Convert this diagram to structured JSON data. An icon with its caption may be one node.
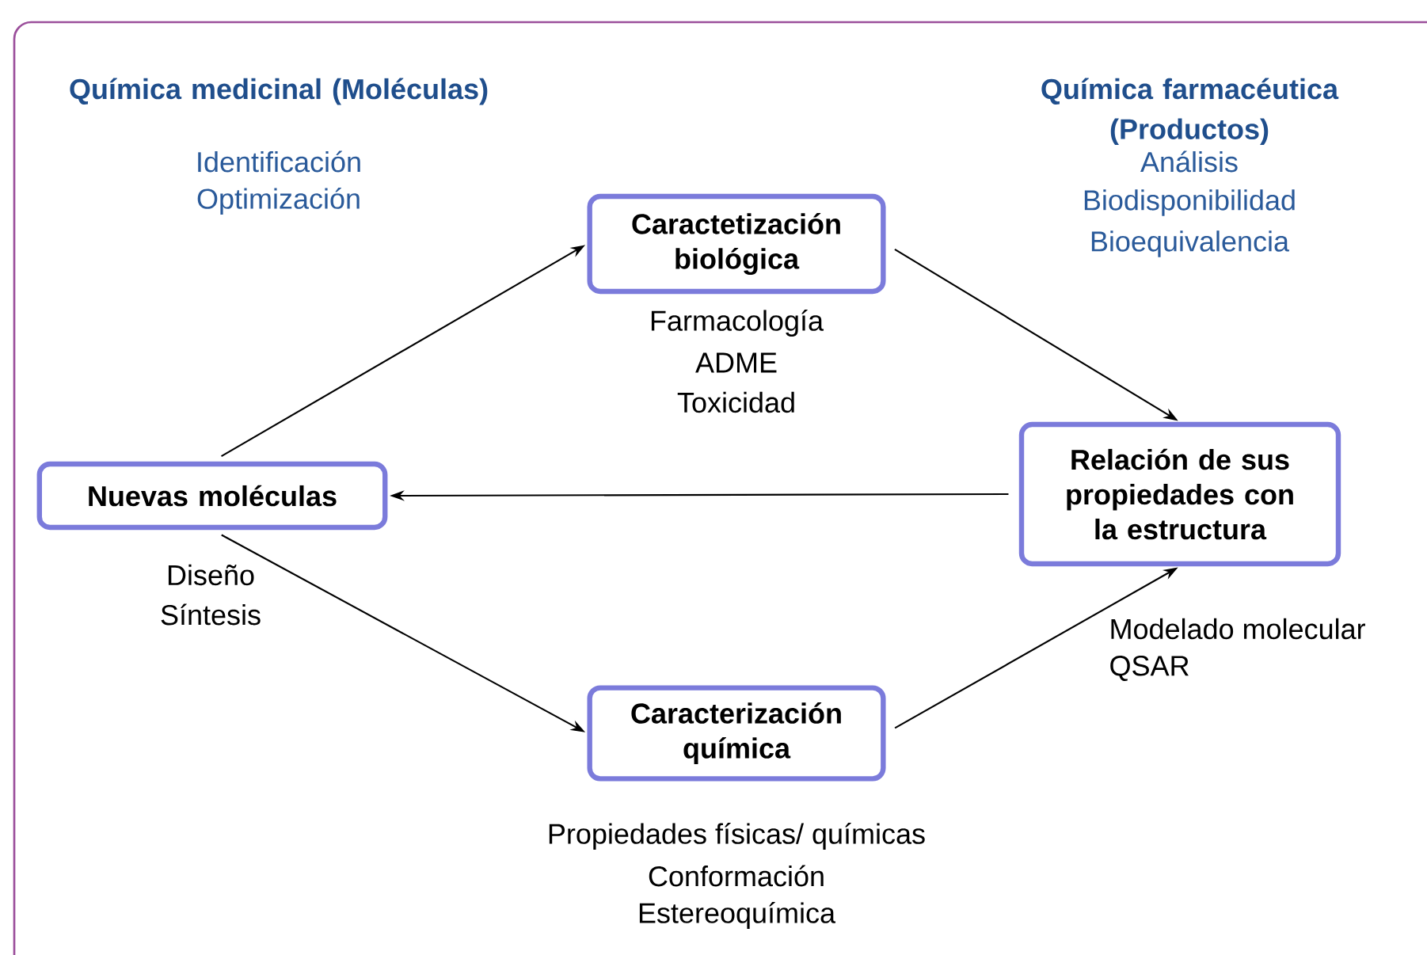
{
  "diagram": {
    "nodes": [
      {
        "text": [
          "Nuevas moléculas"
        ],
        "beside": [
          "Diseño",
          "Síntesis"
        ]
      },
      {
        "text": [
          "Caractetización biológica"
        ],
        "beside": [
          "Farmacología",
          "ADME",
          "Toxicidad"
        ]
      },
      {
        "text": [
          "Relación de sus propiedades con la estructura"
        ],
        "beside": [
          "Modelado molecular",
          "QSAR"
        ]
      },
      {
        "text": [
          "Caracterización química"
        ],
        "beside": [
          "Propiedades físicas/ químicas",
          "Conformación",
          "Estereoquímica"
        ]
      }
    ],
    "edges": [
      {
        "from": 0,
        "to": 1,
        "arrow": "to"
      },
      {
        "from": 1,
        "to": 2,
        "arrow": "to"
      },
      {
        "from": 2,
        "to": 0,
        "arrow": "to"
      },
      {
        "from": 0,
        "to": 3,
        "arrow": "to"
      },
      {
        "from": 3,
        "to": 2,
        "arrow": "to"
      }
    ],
    "labels": [
      "Química medicinal (Moléculas)",
      "Identificación",
      "Optimización",
      "Química farmacéutica (Productos)",
      "Análisis",
      "Biodisponibilidad",
      "Bioequivalencia"
    ]
  }
}
